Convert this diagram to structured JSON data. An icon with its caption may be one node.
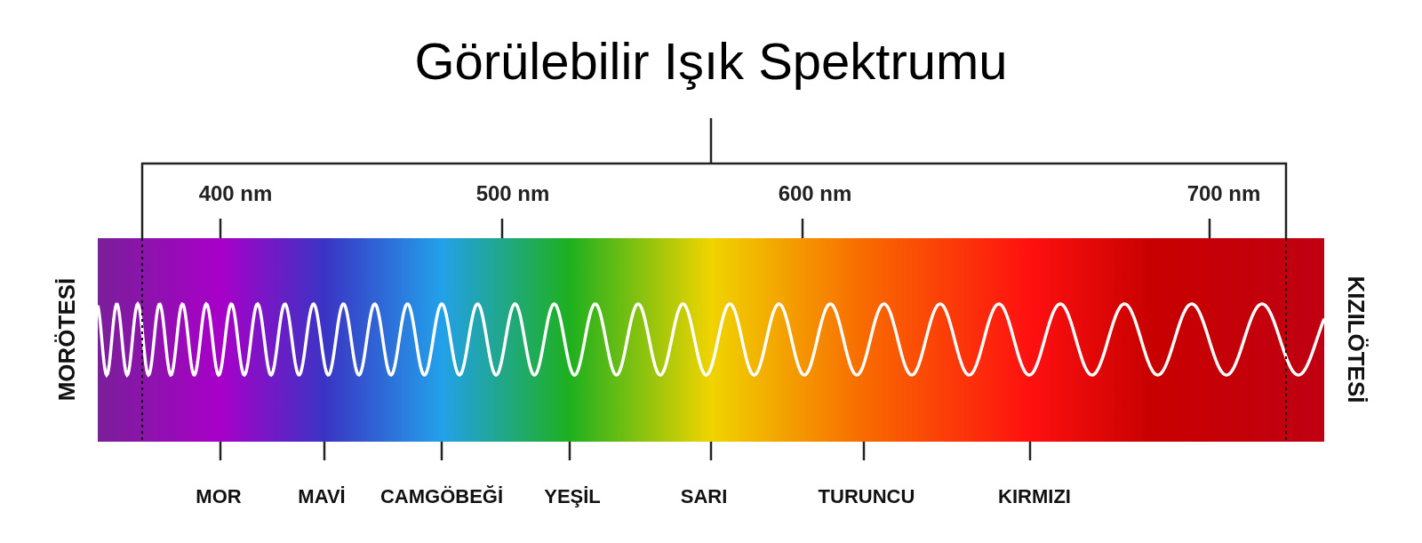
{
  "diagram": {
    "title": "Görülebilir Işık Spektrumu",
    "labels": [
      "400 nm",
      "500 nm",
      "600 nm",
      "700 nm",
      "MORÖTESİ",
      "KIZILÖTESİ",
      "MOR",
      "MAVİ",
      "CAMGÖBEĞİ",
      "YEŞİL",
      "SARI",
      "TURUNCU",
      "KIRMIZI"
    ]
  }
}
